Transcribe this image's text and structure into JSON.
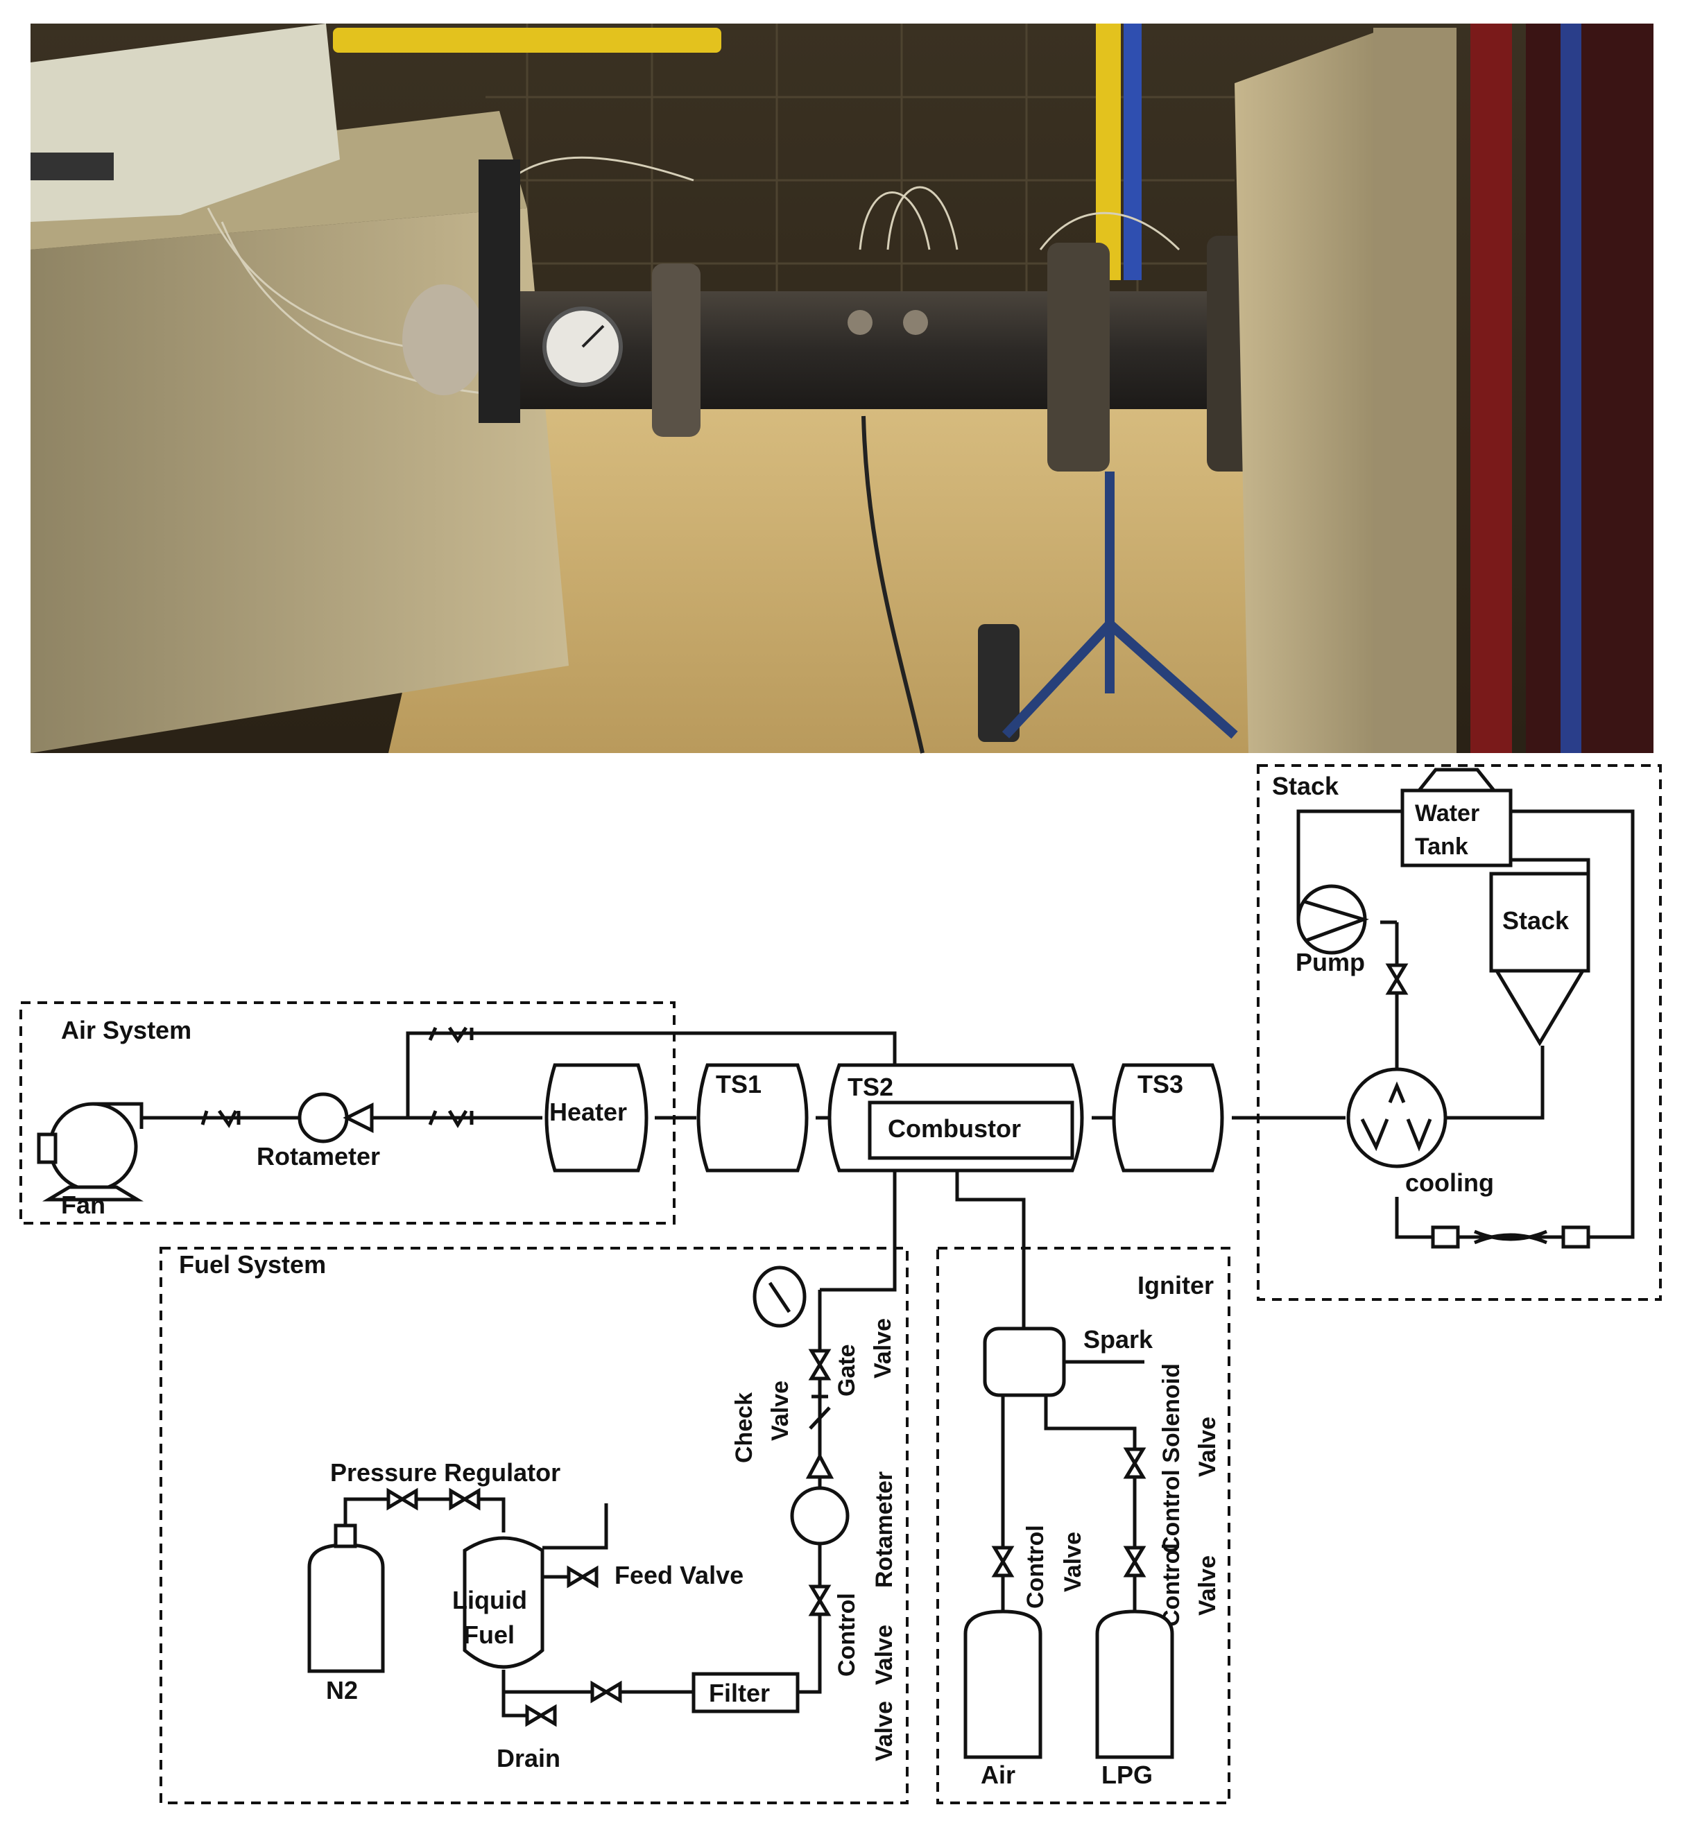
{
  "photo": {
    "description_label": ""
  },
  "groups": {
    "air_system": "Air System",
    "fuel_system": "Fuel System",
    "igniter": "Igniter",
    "stack": "Stack"
  },
  "components": {
    "fan": "Fan",
    "rotameter": "Rotameter",
    "heater": "Heater",
    "ts1": "TS1",
    "ts2": "TS2",
    "combustor": "Combustor",
    "ts3": "TS3",
    "cooling": "cooling",
    "pump": "Pump",
    "water_tank_1": "Water",
    "water_tank_2": "Tank",
    "stack": "Stack",
    "pressure_regulator": "Pressure Regulator",
    "n2": "N2",
    "liquid_fuel_1": "Liquid",
    "liquid_fuel_2": "Fuel",
    "feed_valve": "Feed Valve",
    "drain": "Drain",
    "filter": "Filter",
    "check_valve_1": "Check",
    "check_valve_2": "Valve",
    "gate_valve_1": "Gate",
    "gate_valve_2": "Valve",
    "rotameter_fuel_1": "Rotameter",
    "rotameter_fuel_2": "Valve",
    "control_valve_fuel_1": "Control",
    "control_valve_fuel_2": "Valve",
    "spark": "Spark",
    "control_valve_air_1": "Control",
    "control_valve_air_2": "Valve",
    "control_solenoid_1": "Control Solenoid",
    "control_solenoid_2": "Valve",
    "control_lpg_1": "Control",
    "control_lpg_2": "Valve",
    "air": "Air",
    "lpg": "LPG"
  },
  "colors": {
    "wall": "#2a2418",
    "floor": "#cdb27a",
    "duct": "#b9ab86",
    "pipe": "#2e2c2a",
    "frame": "#7a1a1a",
    "gas_pipe": "#e3c21e",
    "stand": "#27407a"
  }
}
